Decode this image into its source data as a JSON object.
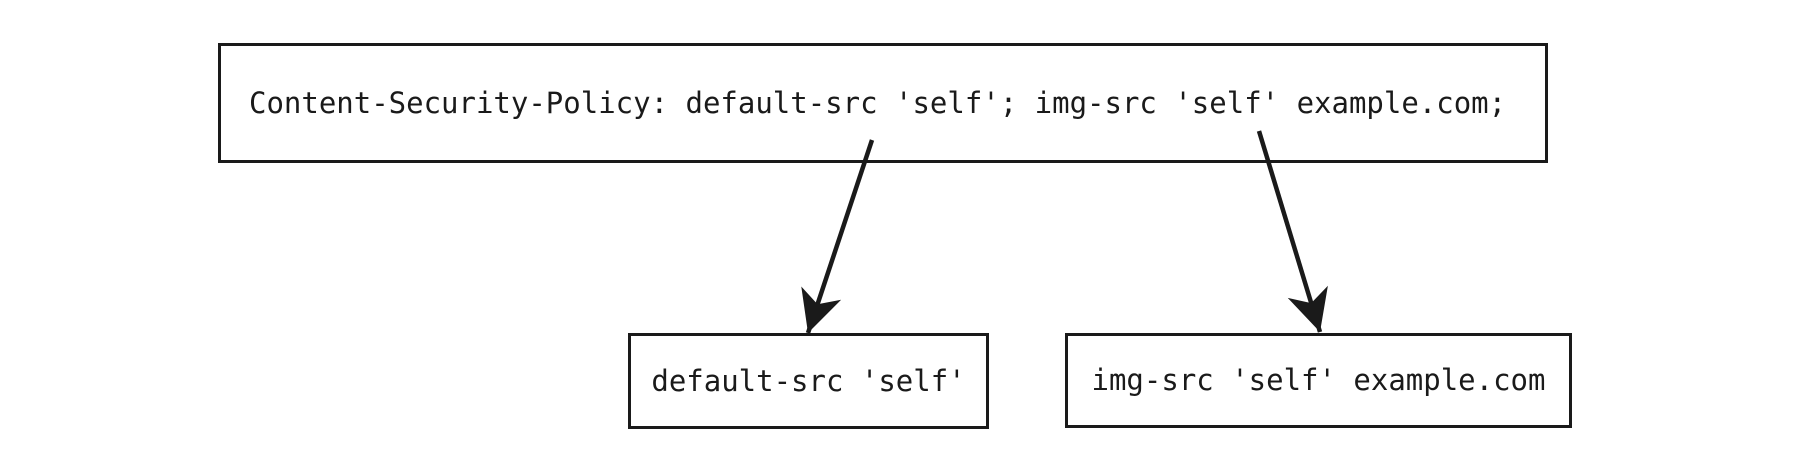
{
  "colors": {
    "background": "#ffffff",
    "stroke": "#1a1a1a",
    "text": "#1a1a1a"
  },
  "header_box": {
    "text": "Content-Security-Policy: default-src 'self'; img-src 'self' example.com;"
  },
  "directive_boxes": [
    {
      "text": "default-src 'self'"
    },
    {
      "text": "img-src 'self' example.com"
    }
  ]
}
